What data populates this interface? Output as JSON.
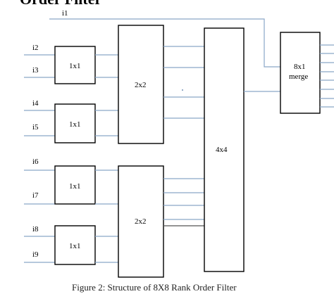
{
  "title": "Order Filter",
  "inputs": [
    "i1",
    "i2",
    "i3",
    "i4",
    "i5",
    "i6",
    "i7",
    "i8",
    "i9"
  ],
  "blocks": {
    "sort_a": "1x1",
    "sort_b": "1x1",
    "sort_c": "1x1",
    "sort_d": "1x1",
    "merge2_top": "2x2",
    "merge2_bottom": "2x2",
    "merge4": "4x4",
    "merge8_line1": "8x1",
    "merge8_line2": "merge"
  },
  "caption": "Figure 2: Structure of 8X8 Rank Order Filter",
  "colors": {
    "wire": "#8aa6c8",
    "box_stroke": "#000000"
  }
}
